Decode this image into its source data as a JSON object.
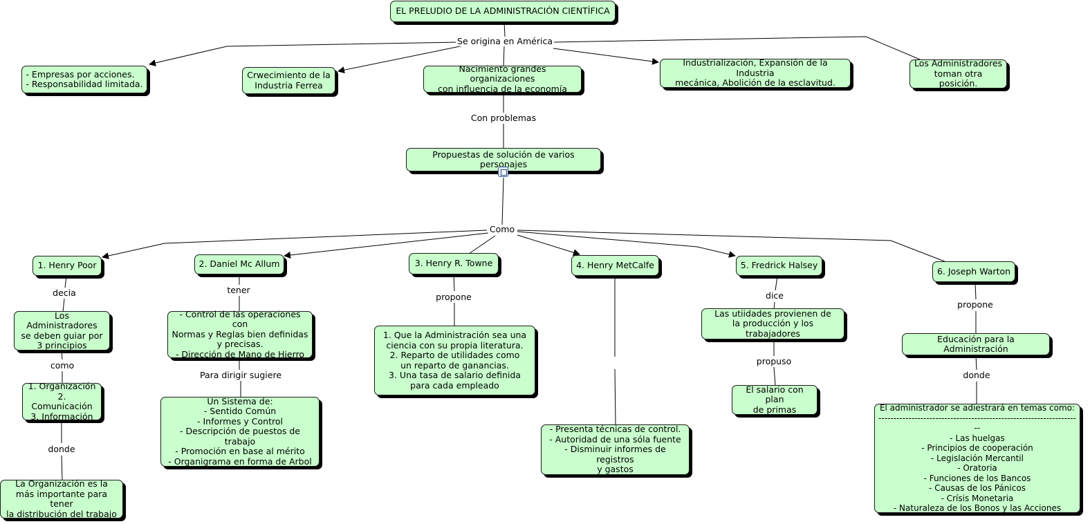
{
  "title": "EL PRELUDIO DE LA ADMINISTRACIÓN CIENTÍFICA",
  "links": {
    "origin": "Se origina en América",
    "problems": "Con problemas",
    "como": "Como",
    "decia": "decia",
    "como2": "como",
    "donde1": "donde",
    "tener": "tener",
    "sugiere": "Para dirigir sugiere",
    "propone1": "propone",
    "dice": "dice",
    "propuso": "propuso",
    "propone2": "propone",
    "donde2": "donde"
  },
  "origin_nodes": {
    "empresas": "-  Empresas por acciones.\n-  Responsabilidad limitada.",
    "ferrea": "Crwecimiento de la\nIndustria Ferrea",
    "nacimiento": "Nacimiento grandes organizaciones\ncon influencia de la economía",
    "industrializacion": "Industrialización, Expansión de la Industria\nmecánica, Abolición de la esclavitud.",
    "administradores": "Los Administradores\ntoman otra posición."
  },
  "propuestas": "Propuestas de solución de varios personajes",
  "people": {
    "poor": {
      "name": "1. Henry Poor",
      "principles": "Los Administradores\nse deben guiar por\n3 principios",
      "list": "1. Organización\n2. Comunicación\n3. Información",
      "note": "La Organización es la\nmás importante para tener\nla distribución del trabajo"
    },
    "mcallum": {
      "name": "2. Daniel Mc Allum",
      "control": "- Control de las operaciones con\nNormas y Reglas bien definidas\ny precisas.\n- Dirección de Mano de Hierro",
      "sistema": "Un Sistema de:\n- Sentido Común\n- Informes y Control\n- Descripción de puestos de trabajo\n- Promoción en base al mérito\n- Organigrama en forma de Arbol"
    },
    "towne": {
      "name": "3. Henry R. Towne",
      "proposals": "1.     Que la Administración sea una\nciencia con su propia literatura.\n2.     Reparto de utilidades como\nun reparto de ganancias.\n3.     Una tasa de salario definida\npara cada empleado"
    },
    "metcalfe": {
      "name": "4. Henry MetCalfe",
      "techniques": "- Presenta técnicas de control.\n- Autoridad de una sóla fuente\n- Disminuir informes de registros\ny gastos"
    },
    "halsey": {
      "name": "5. Fredrick Halsey",
      "utilidades": "Las utiidades provienen de\nla producción y los trabajadores",
      "salario": "El salario con plan\nde primas"
    },
    "warton": {
      "name": "6. Joseph Warton",
      "educacion": "Educación para la Administración",
      "temas": "El administrador se adiestrará en temas como:\n--------------------------------------------------------------------\n- Las huelgas\n- Principios de cooperación\n- Legislación Mercantil\n- Oratoria\n- Funciones de los Bancos\n- Causas de los Pánicos\n- Crísis Monetaria\n- Naturaleza de los Bonos y las Acciones"
    }
  },
  "colors": {
    "node_fill": "#c9ffcc",
    "node_border": "#1a1a1a",
    "shadow": "#000000",
    "line": "#000000"
  },
  "icons": {
    "propuestas_attachment": "concept-map-node-icon"
  }
}
